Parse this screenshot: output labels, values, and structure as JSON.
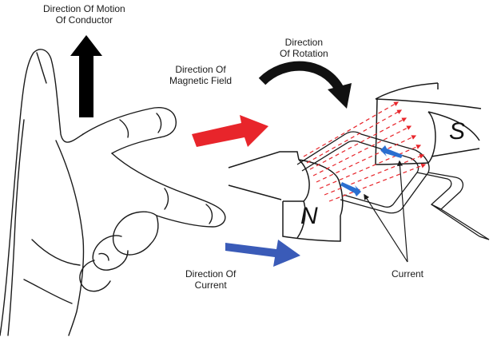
{
  "labels": {
    "motion": {
      "line1": "Direction Of Motion",
      "line2": "Of Conductor"
    },
    "field": {
      "line1": "Direction Of",
      "line2": "Magnetic Field"
    },
    "rotation": {
      "line1": "Direction",
      "line2": "Of Rotation"
    },
    "current_dir": {
      "line1": "Direction Of",
      "line2": "Current"
    },
    "current": "Current"
  },
  "poles": {
    "north": "N",
    "south": "S"
  },
  "colors": {
    "motion_arrow": "#000000",
    "field_arrow": "#e8252b",
    "current_arrow": "#3a5bb8",
    "field_lines": "#e8252b",
    "small_current_arrows": "#2a6fd0",
    "outline": "#1a1a1a"
  }
}
